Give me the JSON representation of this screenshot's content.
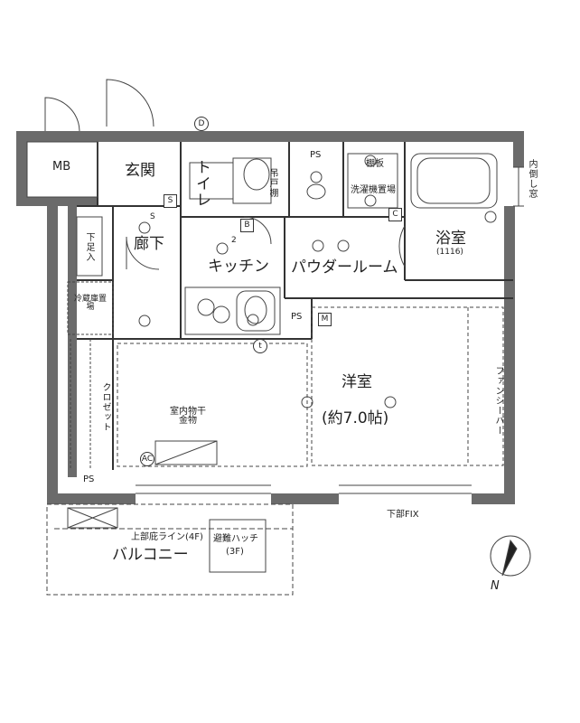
{
  "rooms": {
    "mb": "MB",
    "entrance": "玄関",
    "toilet": "トイレ",
    "shelf": "吊戸棚",
    "ps_top": "PS",
    "shelf_board": "棚板",
    "washer": "洗濯機置場",
    "bathroom": "浴室",
    "bathroom_size": "(1116)",
    "shoe_storage": "下足入",
    "hallway": "廊下",
    "kitchen": "キッチン",
    "powder_room": "パウダールーム",
    "fridge_area": "冷蔵庫置場",
    "ps_mid": "PS",
    "meter": "M",
    "western_room": "洋室",
    "western_room_size": "(約7.0帖)",
    "closet": "クロゼット",
    "indoor_dryer": "室内物干金物",
    "fan_beam": "ファンシーバー",
    "ps_bottom": "PS",
    "lower_fix": "下部FIX",
    "upper_eave": "上部庇ライン(4F)",
    "balcony": "バルコニー",
    "evac_hatch_1": "避難ハッチ",
    "evac_hatch_2": "(3F)",
    "inner_window": "内倒し窓"
  },
  "symbols": {
    "d": "D",
    "s_box": "S",
    "c_box": "C",
    "b_box": "B",
    "ac": "AC",
    "t": "t",
    "s_light": "S",
    "two": "2"
  },
  "compass": {
    "north": "N"
  }
}
